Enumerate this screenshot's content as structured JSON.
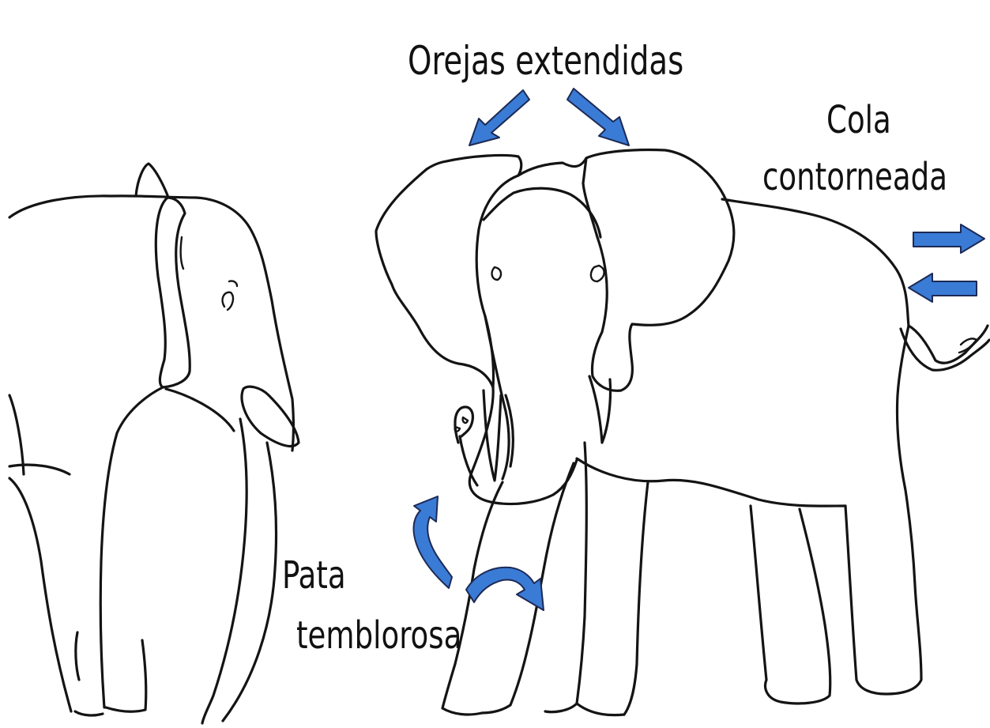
{
  "labels": {
    "ears": "Orejas extendidas",
    "tail_line1": "Cola",
    "tail_line2": "contorneada",
    "leg_line1": "Pata",
    "leg_line2": "temblorosa"
  },
  "colors": {
    "arrow_fill": "#3a7bd5",
    "arrow_stroke": "#1d2a55",
    "outline": "#141414",
    "background": "#ffffff"
  },
  "icons": {
    "left_figure": "elephant-rear-view-outline",
    "right_figure": "elephant-front-view-outline",
    "ear_arrows": "straight-arrow",
    "tail_arrows": "horizontal-arrow",
    "leg_arrows": "curved-arrow"
  }
}
